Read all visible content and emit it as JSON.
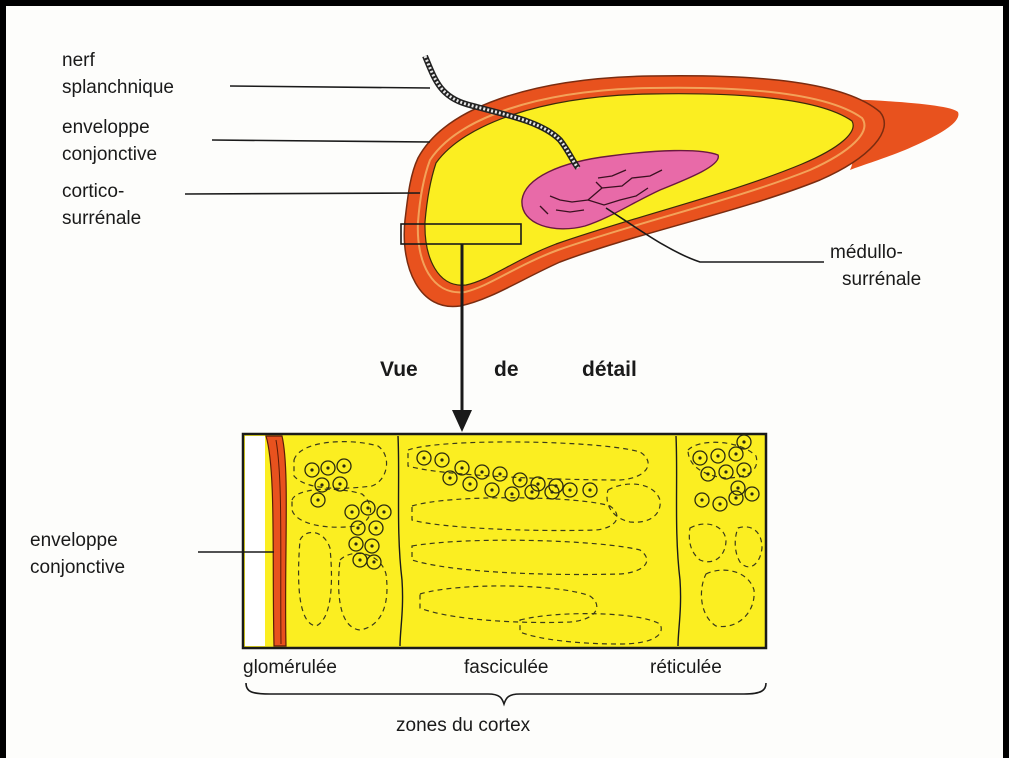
{
  "labels": {
    "nerf_1": "nerf",
    "nerf_2": "splanchnique",
    "env_1": "enveloppe",
    "env_2": "conjonctive",
    "cort_1": "cortico-",
    "cort_2": "surrénale",
    "med_1": "médullo-",
    "med_2": "surrénale",
    "detail_1": "Vue",
    "detail_2": "de",
    "detail_3": "détail",
    "env_detail_1": "enveloppe",
    "env_detail_2": "conjonctive",
    "zone_glom": "glomérulée",
    "zone_fasc": "fasciculée",
    "zone_reti": "réticulée",
    "zones_caption": "zones du cortex"
  },
  "colors": {
    "cortex": "#fbee21",
    "capsule": "#e8521e",
    "medulla": "#e86aa8",
    "line": "#1a1a1a"
  }
}
